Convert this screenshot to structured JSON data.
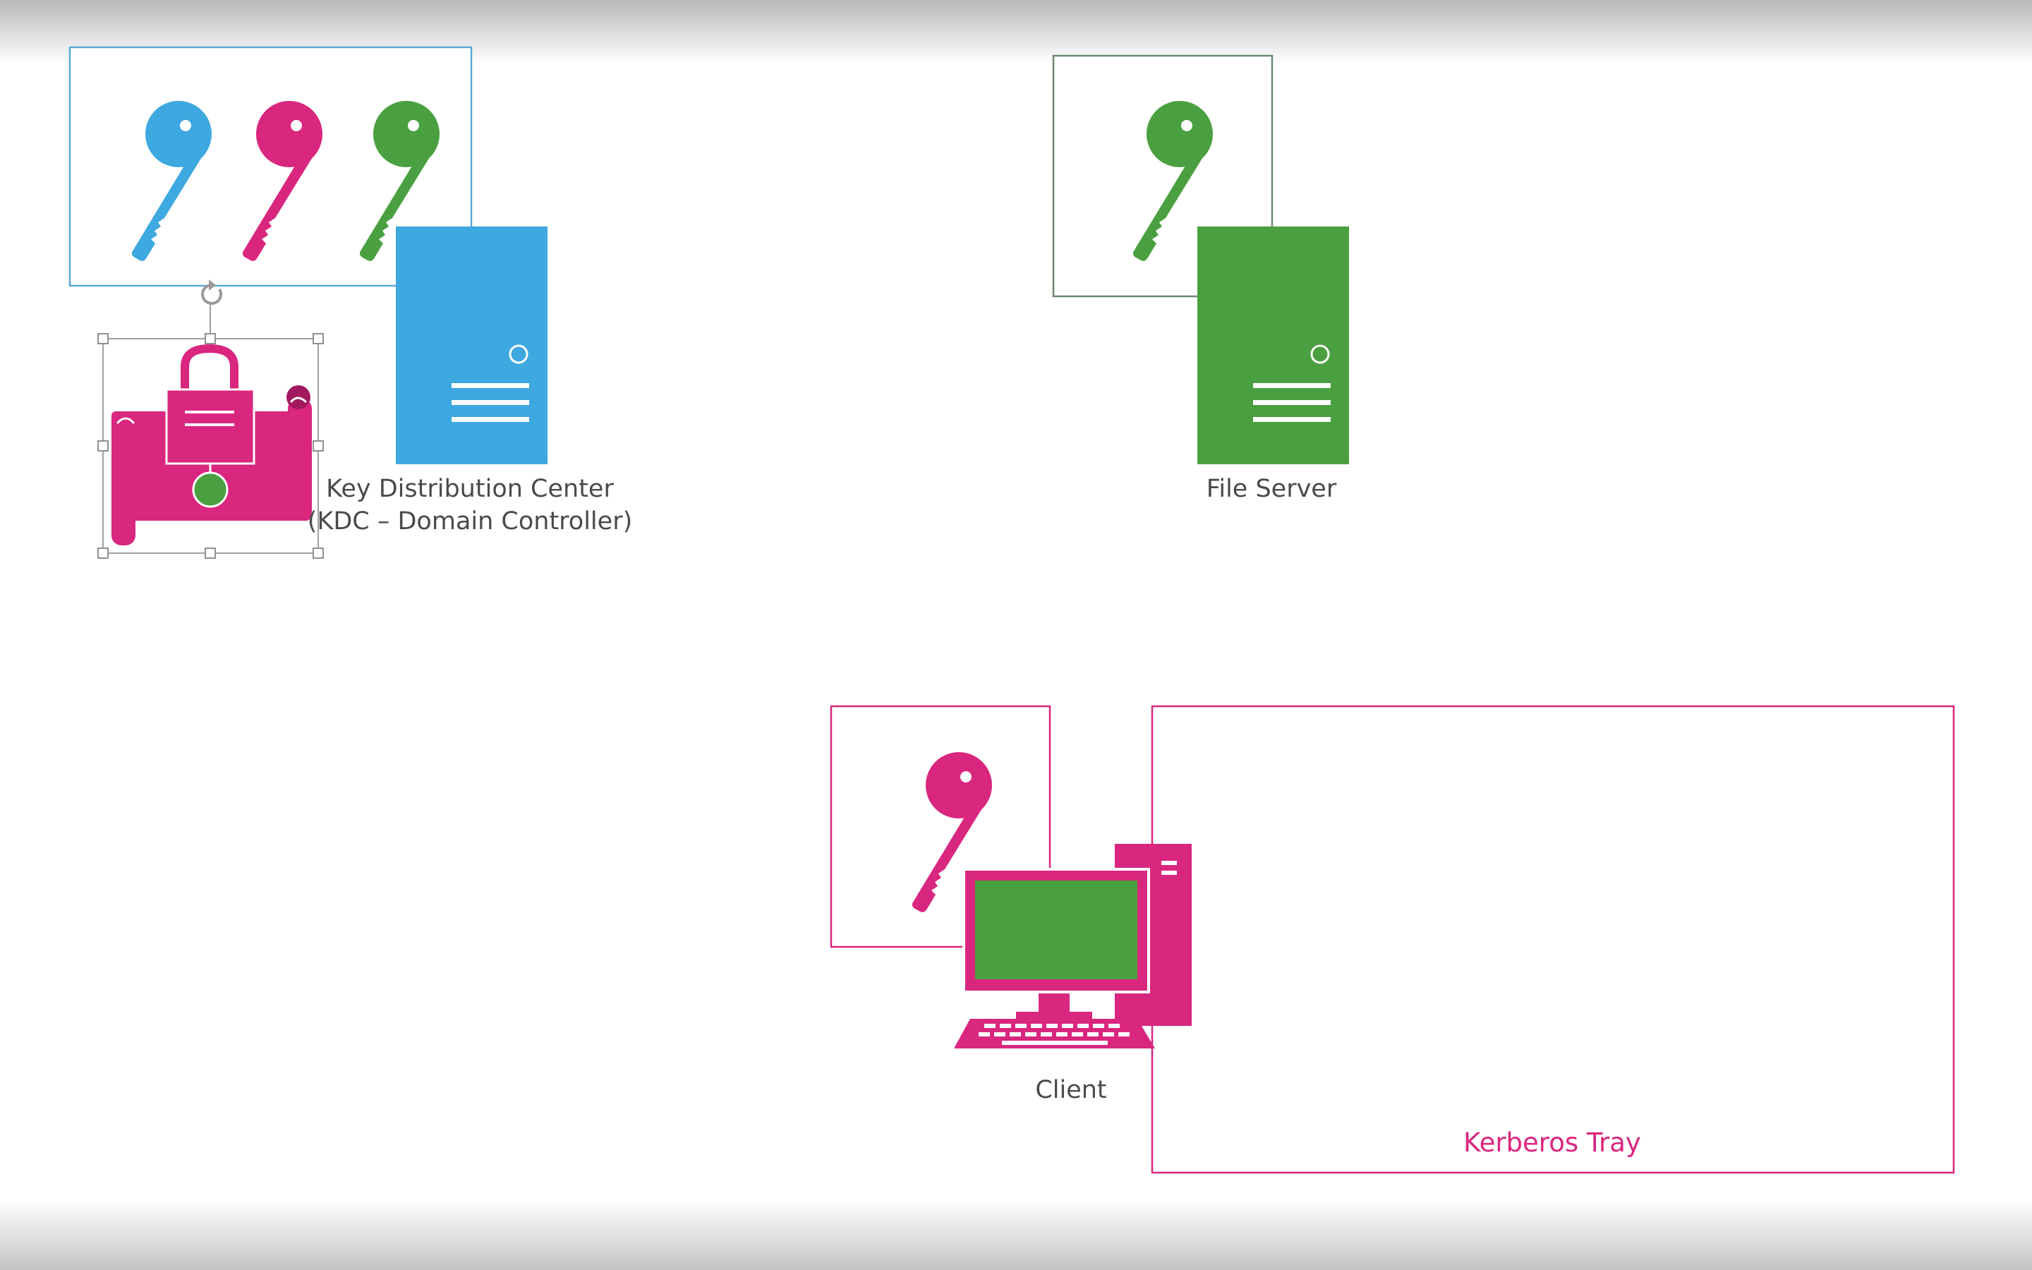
{
  "diagram": {
    "kdc": {
      "label_line1": "Key Distribution Center",
      "label_line2": "(KDC – Domain Controller)",
      "color": "#3ea8e0",
      "keys": [
        "blue-key-icon",
        "pink-key-icon",
        "green-key-icon"
      ]
    },
    "file_server": {
      "label": "File Server",
      "color": "#4aa040",
      "keys": [
        "green-key-icon"
      ]
    },
    "client": {
      "label": "Client",
      "color": "#d9267f",
      "screen_color": "#4aa040",
      "keys": [
        "pink-key-icon"
      ]
    },
    "kerberos_tray": {
      "label": "Kerberos Tray",
      "color": "#d9267f"
    },
    "ticket": {
      "icon": "locked-ticket-scroll-icon",
      "color": "#d9267f",
      "selected": true
    },
    "colors": {
      "blue": "#3ea8e0",
      "pink": "#d9267f",
      "green": "#4aa040"
    }
  }
}
